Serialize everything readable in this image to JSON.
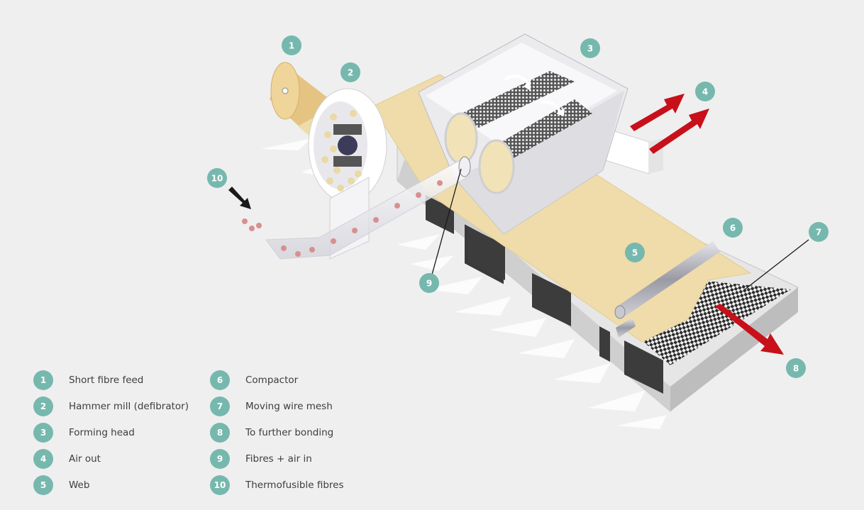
{
  "legend": [
    {
      "num": "1",
      "label": "Short fibre feed"
    },
    {
      "num": "2",
      "label": "Hammer mill (defibrator)"
    },
    {
      "num": "3",
      "label": "Forming head"
    },
    {
      "num": "4",
      "label": "Air out"
    },
    {
      "num": "5",
      "label": "Web"
    },
    {
      "num": "6",
      "label": "Compactor"
    },
    {
      "num": "7",
      "label": "Moving wire mesh"
    },
    {
      "num": "8",
      "label": "To further bonding"
    },
    {
      "num": "9",
      "label": "Fibres + air in"
    },
    {
      "num": "10",
      "label": "Thermofusible fibres"
    }
  ],
  "colors": {
    "badge": "#76b8ae",
    "arrow": "#c8101a",
    "web": "#efdcaa",
    "fibre_roll": "#e8c985",
    "frame": "#d6d6d6",
    "mesh": "#2e2e2e"
  }
}
